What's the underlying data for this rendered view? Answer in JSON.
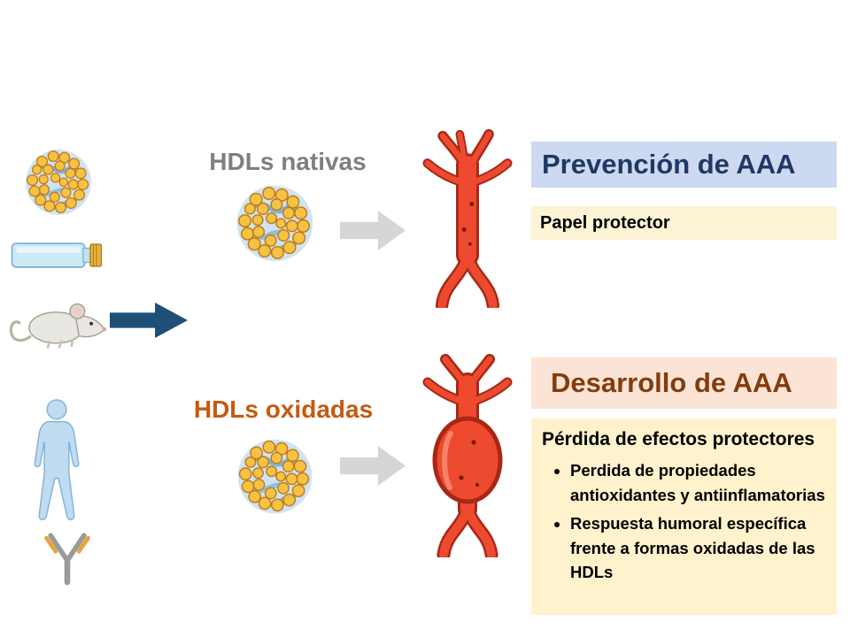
{
  "labels": {
    "native_hdl": "HDLs nativas",
    "oxidized_hdl": "HDLs oxidadas"
  },
  "prevention": {
    "title": "Prevención de AAA",
    "note": "Papel protector"
  },
  "development": {
    "title": "Desarrollo de AAA",
    "note_title": "Pérdida de efectos protectores",
    "bullets": [
      "Perdida de propiedades antioxidantes y antiinflamatorias",
      "Respuesta humoral específica frente a formas oxidadas de las HDLs"
    ]
  },
  "icons": {
    "hdl_particle": "hdl-particle-icon",
    "culture_flask": "culture-flask-icon",
    "mouse": "mouse-icon",
    "human": "human-silhouette-icon",
    "antibody": "antibody-icon",
    "arrow_blue": "blue-right-arrow-icon",
    "arrow_gray": "gray-right-arrow-icon",
    "aorta_normal": "normal-aorta-illustration",
    "aorta_aneurysm": "aneurysm-aorta-illustration"
  },
  "colors": {
    "prevention_box_bg": "#CDD9F0",
    "prevention_text": "#1F3864",
    "note_box_bg": "#FDF3D5",
    "development_box_bg": "#FBE4D6",
    "development_text": "#843C0C",
    "info_box_bg": "#FFF2CC",
    "native_label": "#7F7F7F",
    "oxidized_label": "#C55A11",
    "aorta_red": "#ED4A2F",
    "aorta_outline": "#A82715",
    "arrow_blue": "#1F4E79",
    "arrow_gray": "#D6D6D6"
  }
}
